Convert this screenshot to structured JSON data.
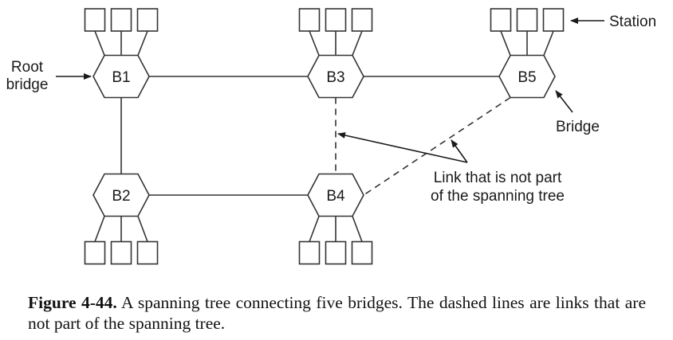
{
  "diagram": {
    "type": "network-topology",
    "bridges": [
      {
        "id": "B1",
        "label": "B1",
        "root": true
      },
      {
        "id": "B2",
        "label": "B2"
      },
      {
        "id": "B3",
        "label": "B3"
      },
      {
        "id": "B4",
        "label": "B4"
      },
      {
        "id": "B5",
        "label": "B5"
      }
    ],
    "stations_per_bridge": 3,
    "links": [
      {
        "from": "B1",
        "to": "B3",
        "spanning_tree": true
      },
      {
        "from": "B3",
        "to": "B5",
        "spanning_tree": true
      },
      {
        "from": "B1",
        "to": "B2",
        "spanning_tree": true
      },
      {
        "from": "B2",
        "to": "B4",
        "spanning_tree": true
      },
      {
        "from": "B3",
        "to": "B4",
        "spanning_tree": false
      },
      {
        "from": "B5",
        "to": "B4",
        "spanning_tree": false
      }
    ],
    "annotations": {
      "root_bridge_line1": "Root",
      "root_bridge_line2": "bridge",
      "station": "Station",
      "bridge": "Bridge",
      "non_tree_link_line1": "Link that is not part",
      "non_tree_link_line2": "of the spanning tree"
    }
  },
  "caption": {
    "label": "Figure 4-44.",
    "text": " A spanning tree connecting five bridges. The dashed lines are links that are not part of the spanning tree."
  }
}
